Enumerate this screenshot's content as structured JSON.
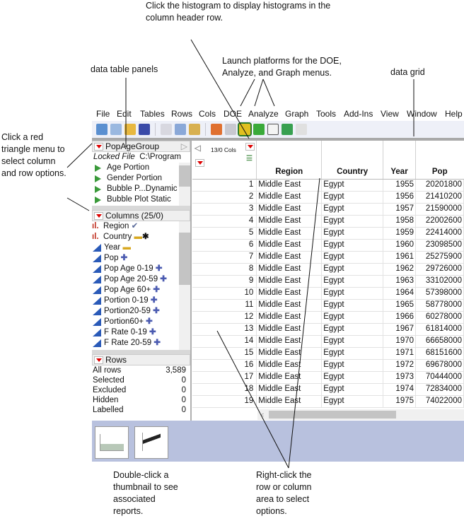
{
  "annotations": {
    "histogram": "Click the histogram to display histograms in the column header row.",
    "launch": "Launch platforms for the DOE, Analyze, and Graph menus.",
    "panels": "data table panels",
    "grid": "data grid",
    "red_triangle": "Click a red triangle menu to select column and row options.",
    "thumbnail": "Double-click a thumbnail to see associated reports.",
    "right_click": "Right-click the row or column area to select options."
  },
  "menu": [
    "File",
    "Edit",
    "Tables",
    "Rows",
    "Cols",
    "DOE",
    "Analyze",
    "Graph",
    "Tools",
    "Add-Ins",
    "View",
    "Window",
    "Help"
  ],
  "table_panel": {
    "title": "PopAgeGroup",
    "locked_label": "Locked File",
    "locked_path": "C:\\Program",
    "scripts": [
      "Age Portion",
      "Gender Portion",
      "Bubble P...Dynamic",
      "Bubble Plot Static"
    ]
  },
  "columns_panel": {
    "title": "Columns (25/0)",
    "items": [
      "Region",
      "Country",
      "Year",
      "Pop",
      "Pop Age 0-19",
      "Pop Age 20-59",
      "Pop Age 60+",
      "Portion 0-19",
      "Portion20-59",
      "Portion60+",
      "F Rate 0-19",
      "F Rate 20-59"
    ]
  },
  "rows_panel": {
    "title": "Rows",
    "items": [
      {
        "label": "All rows",
        "value": "3,589"
      },
      {
        "label": "Selected",
        "value": "0"
      },
      {
        "label": "Excluded",
        "value": "0"
      },
      {
        "label": "Hidden",
        "value": "0"
      },
      {
        "label": "Labelled",
        "value": "0"
      }
    ]
  },
  "grid": {
    "cols_count": "13/0 Cols",
    "headers": [
      "Region",
      "Country",
      "Year",
      "Pop"
    ],
    "rows": [
      [
        "1",
        "Middle East",
        "Egypt",
        "1955",
        "20201800"
      ],
      [
        "2",
        "Middle East",
        "Egypt",
        "1956",
        "21410200"
      ],
      [
        "3",
        "Middle East",
        "Egypt",
        "1957",
        "21590000"
      ],
      [
        "4",
        "Middle East",
        "Egypt",
        "1958",
        "22002600"
      ],
      [
        "5",
        "Middle East",
        "Egypt",
        "1959",
        "22414000"
      ],
      [
        "6",
        "Middle East",
        "Egypt",
        "1960",
        "23098500"
      ],
      [
        "7",
        "Middle East",
        "Egypt",
        "1961",
        "25275900"
      ],
      [
        "8",
        "Middle East",
        "Egypt",
        "1962",
        "29726000"
      ],
      [
        "9",
        "Middle East",
        "Egypt",
        "1963",
        "33102000"
      ],
      [
        "10",
        "Middle East",
        "Egypt",
        "1964",
        "57398000"
      ],
      [
        "11",
        "Middle East",
        "Egypt",
        "1965",
        "58778000"
      ],
      [
        "12",
        "Middle East",
        "Egypt",
        "1966",
        "60278000"
      ],
      [
        "13",
        "Middle East",
        "Egypt",
        "1967",
        "61814000"
      ],
      [
        "14",
        "Middle East",
        "Egypt",
        "1970",
        "66658000"
      ],
      [
        "15",
        "Middle East",
        "Egypt",
        "1971",
        "68151600"
      ],
      [
        "16",
        "Middle East",
        "Egypt",
        "1972",
        "69678000"
      ],
      [
        "17",
        "Middle East",
        "Egypt",
        "1973",
        "70444000"
      ],
      [
        "18",
        "Middle East",
        "Egypt",
        "1974",
        "72834000"
      ],
      [
        "19",
        "Middle East",
        "Egypt",
        "1975",
        "74022000"
      ]
    ]
  }
}
